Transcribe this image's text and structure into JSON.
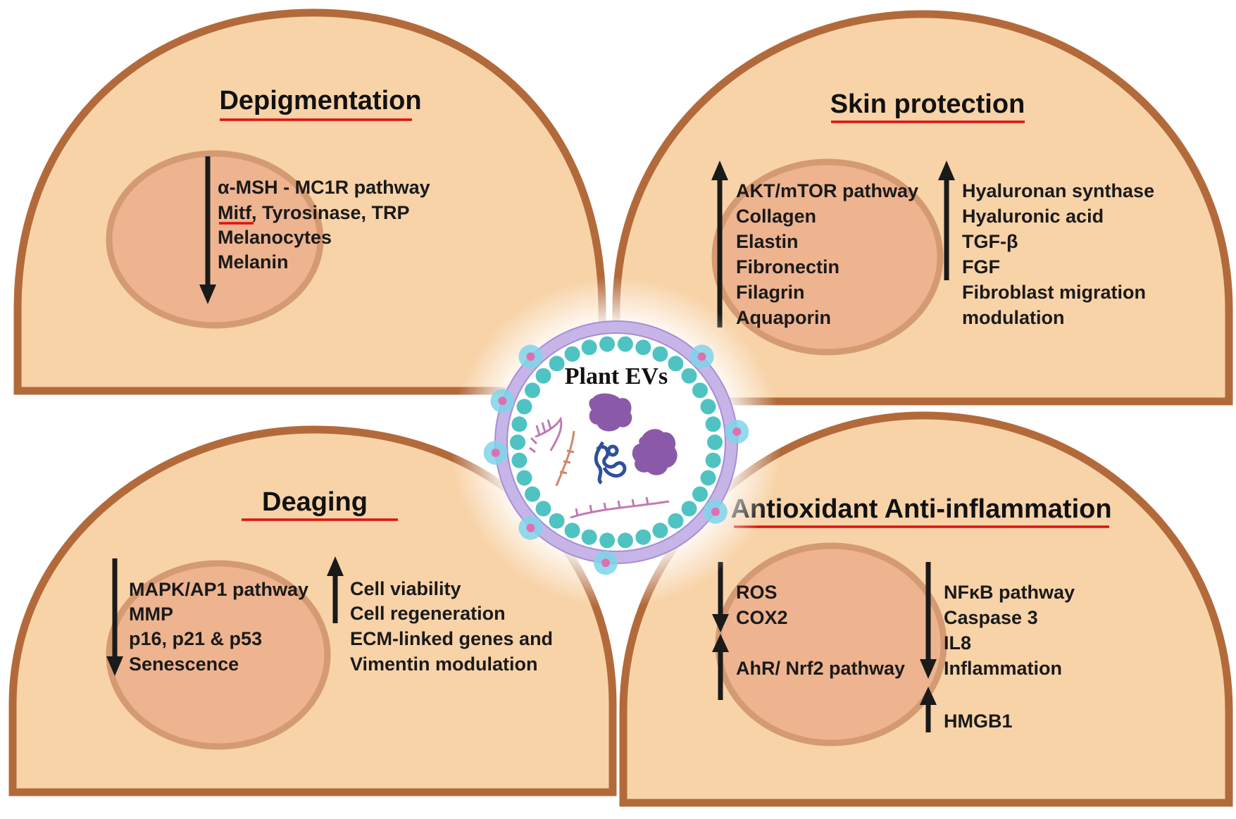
{
  "center": {
    "title": "Plant EVs"
  },
  "panels": {
    "depigmentation": {
      "title": "Depigmentation",
      "items": [
        "α-MSH - MC1R pathway",
        "Mitf, Tyrosinase, TRP",
        "Melanocytes",
        "Melanin"
      ]
    },
    "skin_protection": {
      "title": "Skin protection",
      "left_items": [
        "AKT/mTOR pathway",
        "Collagen",
        "Elastin",
        "Fibronectin",
        "Filagrin",
        "Aquaporin"
      ],
      "right_items": [
        "Hyaluronan synthase",
        "Hyaluronic acid",
        "TGF-β",
        "FGF",
        "Fibroblast migration",
        "modulation"
      ]
    },
    "deaging": {
      "title": "Deaging",
      "left_items": [
        "MAPK/AP1 pathway",
        "MMP",
        "p16, p21 & p53",
        "Senescence"
      ],
      "right_items": [
        "Cell viability",
        "Cell regeneration",
        "ECM-linked genes and",
        "Vimentin modulation"
      ]
    },
    "antioxidant": {
      "title": "Antioxidant  Anti-inflammation",
      "left_down_items": [
        "ROS",
        "COX2"
      ],
      "left_up_items": [
        "AhR/ Nrf2 pathway"
      ],
      "right_down_items": [
        "NFκB pathway",
        "Caspase 3",
        "IL8",
        "Inflammation"
      ],
      "right_up_items": [
        "HMGB1"
      ]
    }
  },
  "colors": {
    "cell_fill": "#f8d3a8",
    "cell_border": "#b36a3b",
    "nucleus_fill": "#eeb48f",
    "title_underline": "#e01010",
    "arrow": "#1a1a1a",
    "vesicle_bead": "#4fc3c2",
    "vesicle_membrane": "#b9a3df",
    "cargo_protein": "#8a5aa8"
  },
  "icons": [
    "arrow-down-icon",
    "arrow-up-icon",
    "protein-icon",
    "rna-icon",
    "dna-icon"
  ]
}
